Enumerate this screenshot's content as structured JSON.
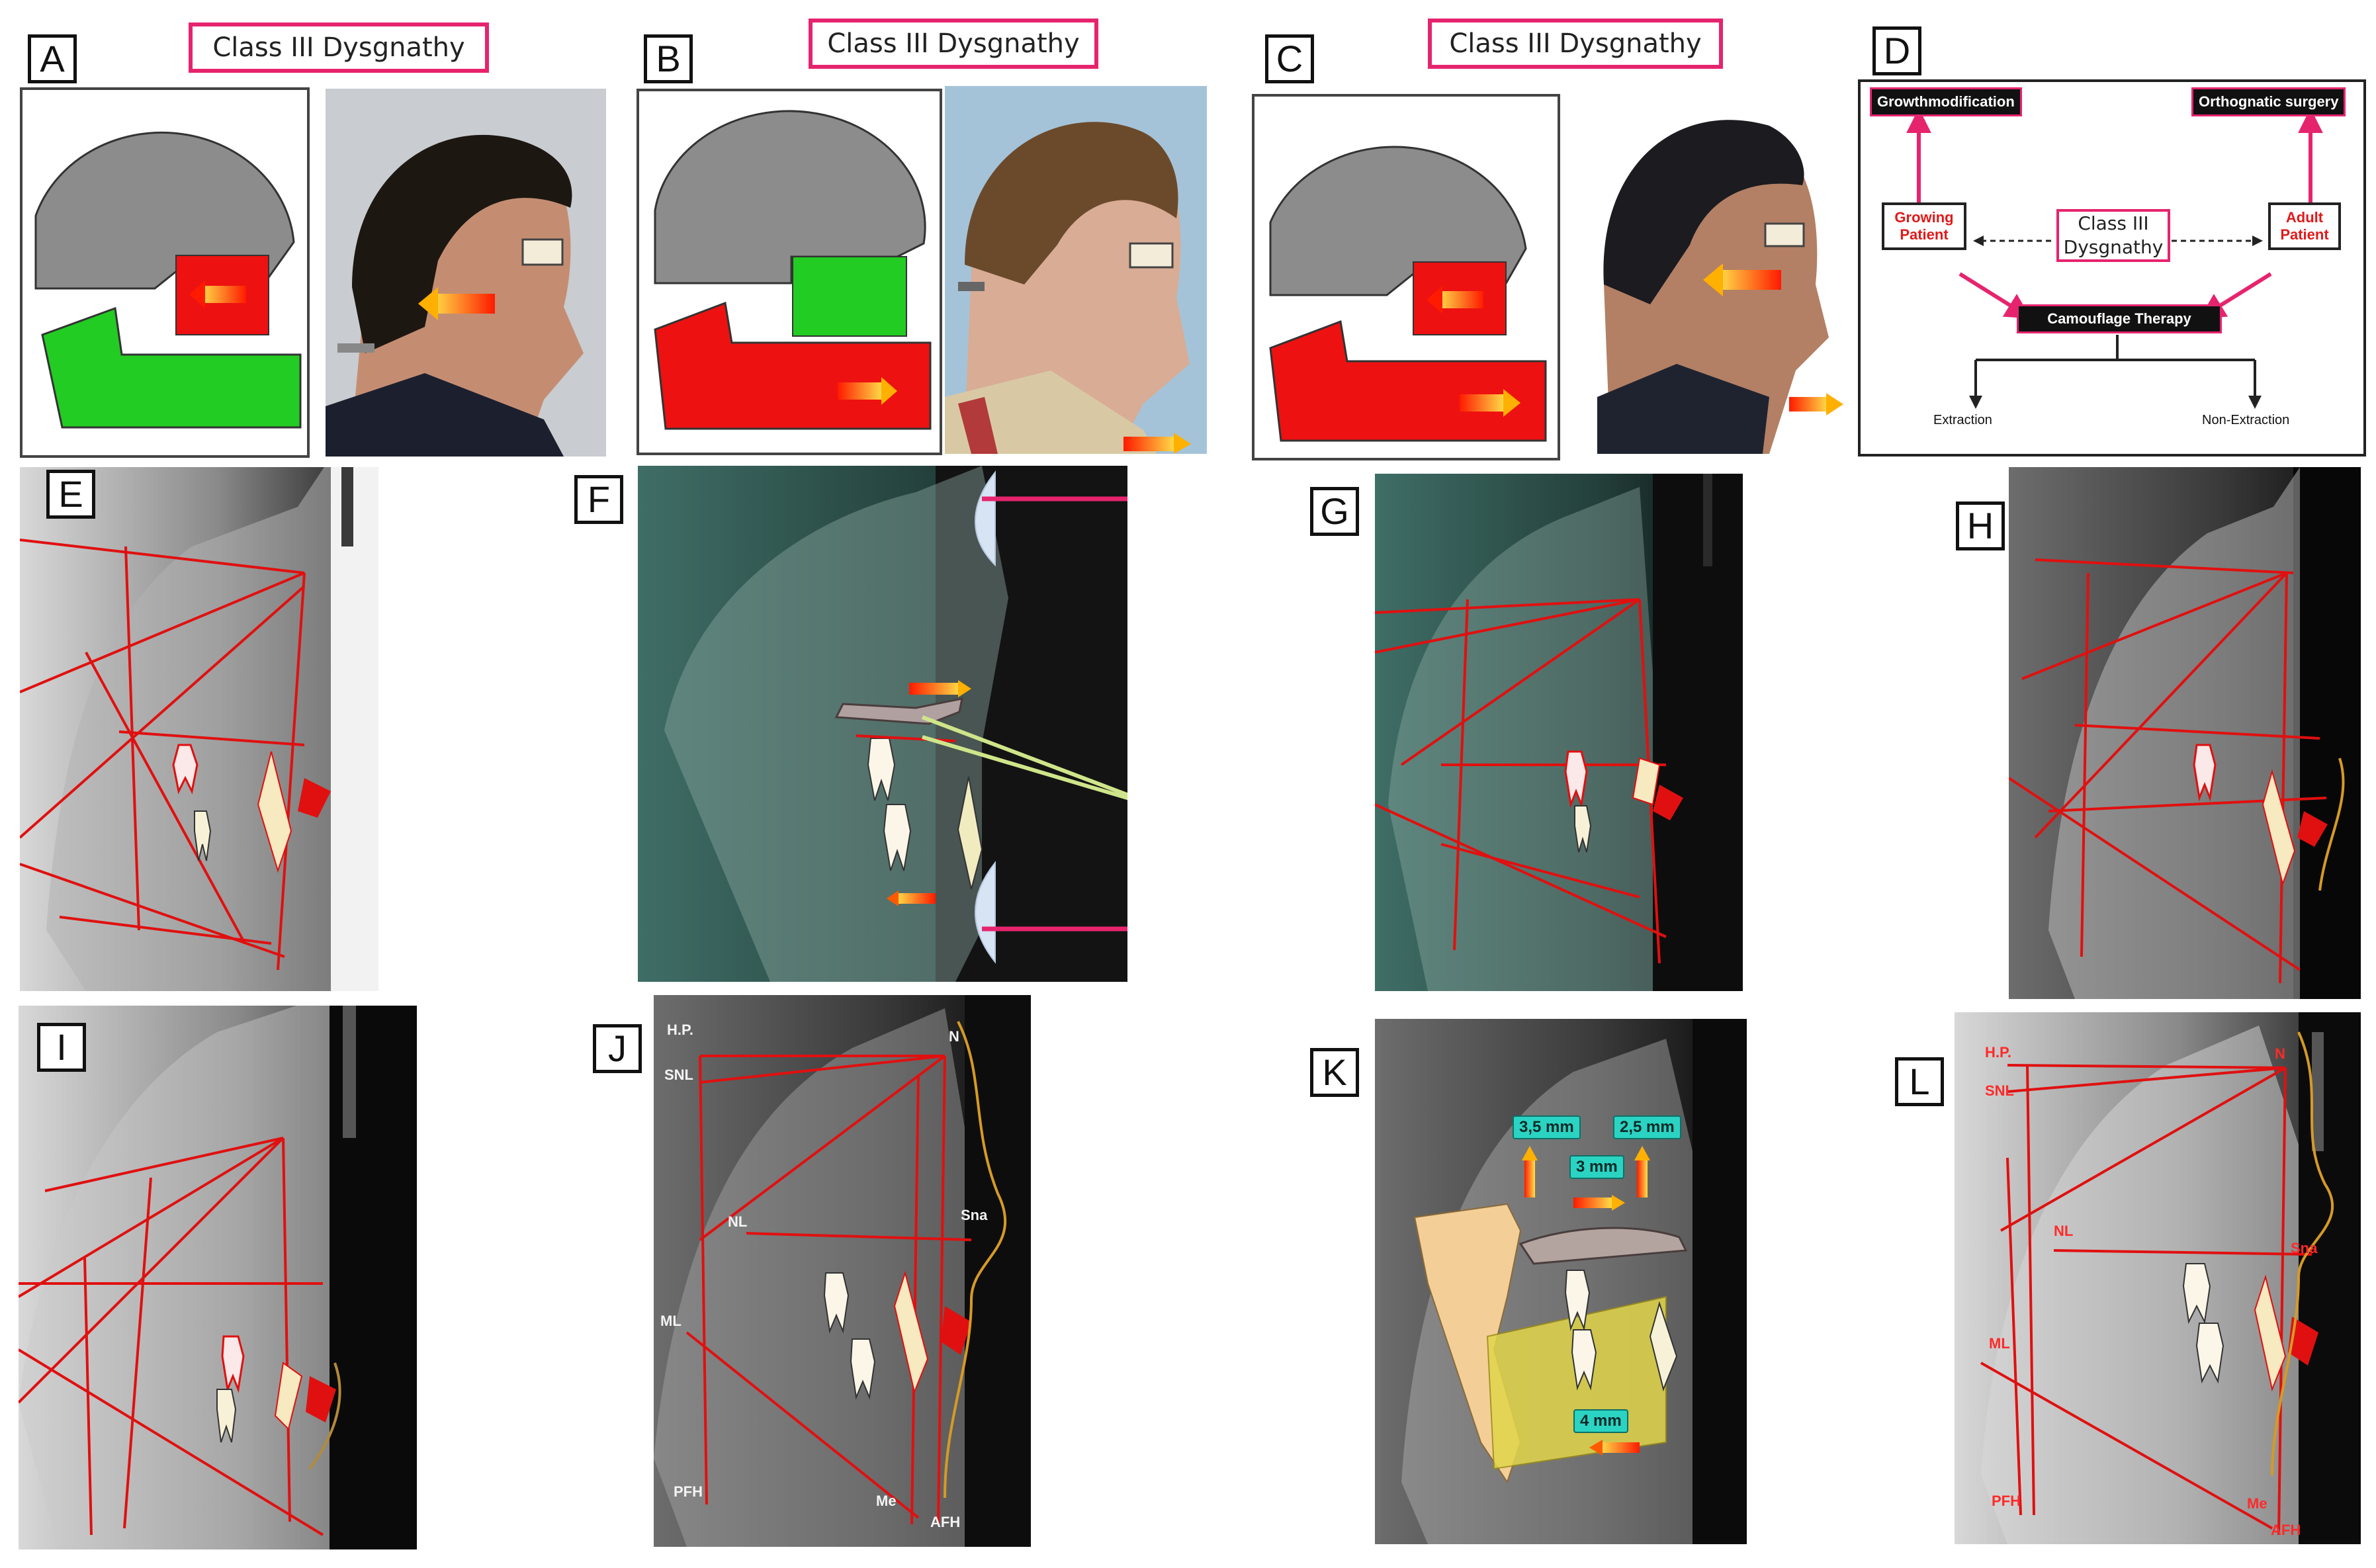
{
  "panels": {
    "a": "A",
    "b": "B",
    "c": "C",
    "d": "D",
    "e": "E",
    "f": "F",
    "g": "G",
    "h": "H",
    "i": "I",
    "j": "J",
    "k": "K",
    "l": "L"
  },
  "titles": {
    "a": "Class III Dysgnathy",
    "b": "Class III Dysgnathy",
    "c": "Class III Dysgnathy"
  },
  "flowchart": {
    "growth": "Growthmodification",
    "ortho": "Orthognatic surgery",
    "growing": "Growing Patient",
    "adult": "Adult Patient",
    "center": "Class III Dysgnathy",
    "camouflage": "Camouflage Therapy",
    "extraction": "Extraction",
    "nonextraction": "Non-Extraction"
  },
  "ceph_j": {
    "hp": "H.P.",
    "snl": "SNL",
    "nl": "NL",
    "ml": "ML",
    "n": "N",
    "sna": "Sna",
    "pfh": "PFH",
    "me": "Me",
    "afh": "AFH"
  },
  "ceph_k": {
    "m1": "3,5 mm",
    "m2": "2,5 mm",
    "m3": "3 mm",
    "m4": "4 mm"
  },
  "ceph_l": {
    "hp": "H.P.",
    "snl": "SNL",
    "nl": "NL",
    "ml": "ML",
    "n": "N",
    "sna": "Sna",
    "pfh": "PFH",
    "me": "Me",
    "afh": "AFH"
  },
  "colors": {
    "pink": "#e6246e",
    "red": "#ee1111",
    "green": "#22cc22",
    "gray": "#8a8a8a",
    "teal": "#2bd3c2"
  }
}
